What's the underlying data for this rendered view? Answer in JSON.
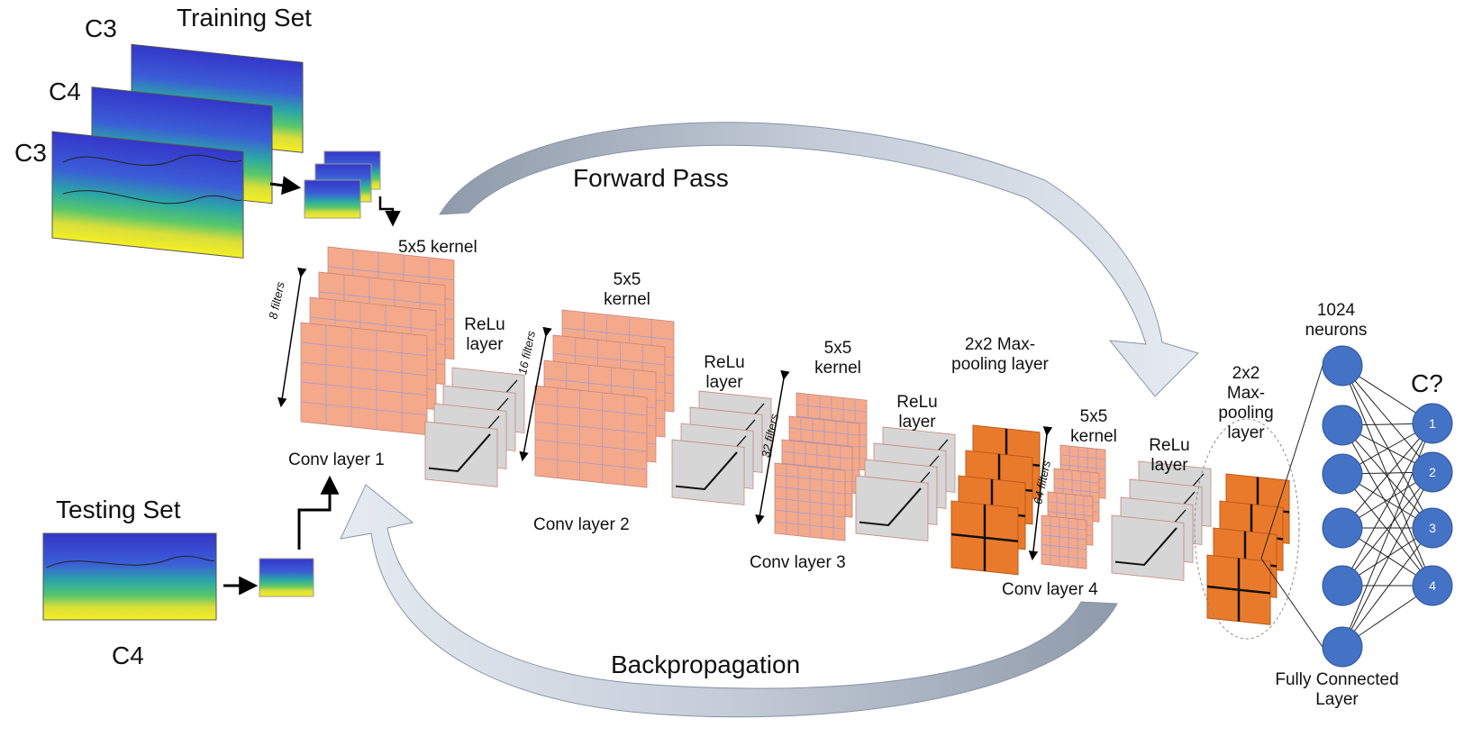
{
  "training_set": {
    "title": "Training Set",
    "samples": [
      "C3",
      "C4",
      "C3"
    ]
  },
  "testing_set": {
    "title": "Testing Set",
    "sample": "C4"
  },
  "flow": {
    "forward": "Forward Pass",
    "backward": "Backpropagation"
  },
  "layers": {
    "conv1": {
      "name": "Conv layer 1",
      "kernel": "5x5 kernel",
      "filters": "8 filters"
    },
    "relu1": {
      "name": "ReLu layer"
    },
    "conv2": {
      "name": "Conv layer 2",
      "kernel": "5x5 kernel",
      "filters": "16 filters"
    },
    "relu2": {
      "name": "ReLu layer"
    },
    "conv3": {
      "name": "Conv layer 3",
      "kernel": "5x5 kernel",
      "filters": "32 filters"
    },
    "relu3": {
      "name": "ReLu layer"
    },
    "pool1": {
      "name": "2x2 Max-pooling layer"
    },
    "conv4": {
      "name": "Conv layer 4",
      "kernel": "5x5 kernel",
      "filters": "64 filters"
    },
    "relu4": {
      "name": "ReLu layer"
    },
    "pool2": {
      "name": "2x2 Max-pooling layer"
    }
  },
  "fully_connected": {
    "neurons": "1024 neurons",
    "title": "Fully Connected Layer",
    "outputs_title": "C?",
    "outputs": [
      "1",
      "2",
      "3",
      "4"
    ]
  },
  "colors": {
    "conv": "#f4a98a",
    "conv_grid": "#9a9ad8",
    "relu": "#d6d6d6",
    "pool": "#ea7a2b",
    "neuron": "#4472c4",
    "arrow": "#aab4c4",
    "map_dark": "#3d3dcc",
    "map_mid": "#2aa6a6",
    "map_green": "#58c76b",
    "map_yellow": "#f2ef2a"
  }
}
